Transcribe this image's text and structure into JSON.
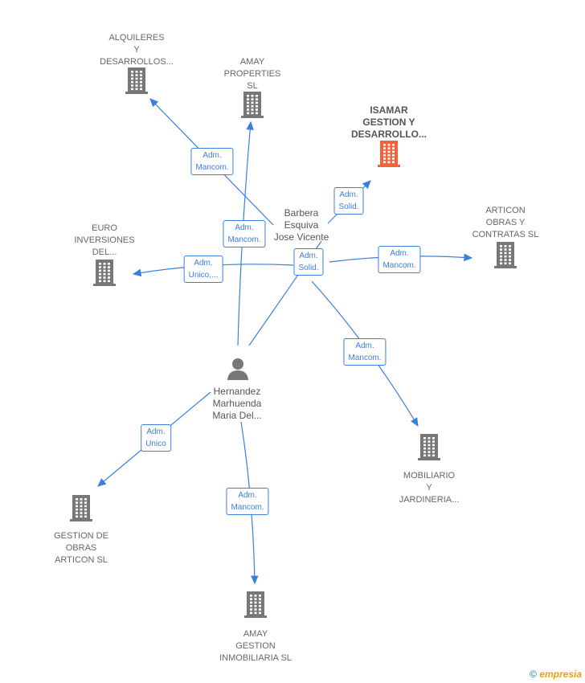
{
  "colors": {
    "edge": "#3b7fdc",
    "building": "#777777",
    "highlight": "#f4623a"
  },
  "companies": [
    {
      "id": "alquileres",
      "label": [
        "ALQUILERES",
        "Y",
        "DESARROLLOS..."
      ],
      "highlight": false
    },
    {
      "id": "amay-properties",
      "label": [
        "AMAY",
        "PROPERTIES",
        "SL"
      ],
      "highlight": false
    },
    {
      "id": "isamar",
      "label": [
        "ISAMAR",
        "GESTION Y",
        "DESARROLLO..."
      ],
      "highlight": true
    },
    {
      "id": "articon-obras",
      "label": [
        "ARTICON",
        "OBRAS Y",
        "CONTRATAS  SL"
      ],
      "highlight": false
    },
    {
      "id": "euro-inversiones",
      "label": [
        "EURO",
        "INVERSIONES",
        "DEL..."
      ],
      "highlight": false
    },
    {
      "id": "mobiliario",
      "label": [
        "MOBILIARIO",
        "Y",
        "JARDINERIA..."
      ],
      "highlight": false
    },
    {
      "id": "gestion-obras-articon",
      "label": [
        "GESTION DE",
        "OBRAS",
        "ARTICON SL"
      ],
      "highlight": false
    },
    {
      "id": "amay-gestion",
      "label": [
        "AMAY",
        "GESTION",
        "INMOBILIARIA SL"
      ],
      "highlight": false
    }
  ],
  "people": [
    {
      "id": "barbera",
      "label": [
        "Barbera",
        "Esquiva",
        "Jose Vicente"
      ]
    },
    {
      "id": "hernandez",
      "label": [
        "Hernandez",
        "Marhuenda",
        "Maria Del..."
      ]
    }
  ],
  "edges": [
    {
      "label": [
        "Adm.",
        "Mancom."
      ]
    },
    {
      "label": [
        "Adm.",
        "Mancom."
      ]
    },
    {
      "label": [
        "Adm.",
        "Solid."
      ]
    },
    {
      "label": [
        "Adm.",
        "Unico,..."
      ]
    },
    {
      "label": [
        "Adm.",
        "Mancom."
      ]
    },
    {
      "label": [
        "Adm.",
        "Mancom."
      ]
    },
    {
      "label": [
        "Adm.",
        "Solid."
      ]
    },
    {
      "label": [
        "Adm.",
        "Unico"
      ]
    },
    {
      "label": [
        "Adm.",
        "Mancom."
      ]
    }
  ],
  "brand": {
    "symbol": "©",
    "name": "empresia"
  }
}
